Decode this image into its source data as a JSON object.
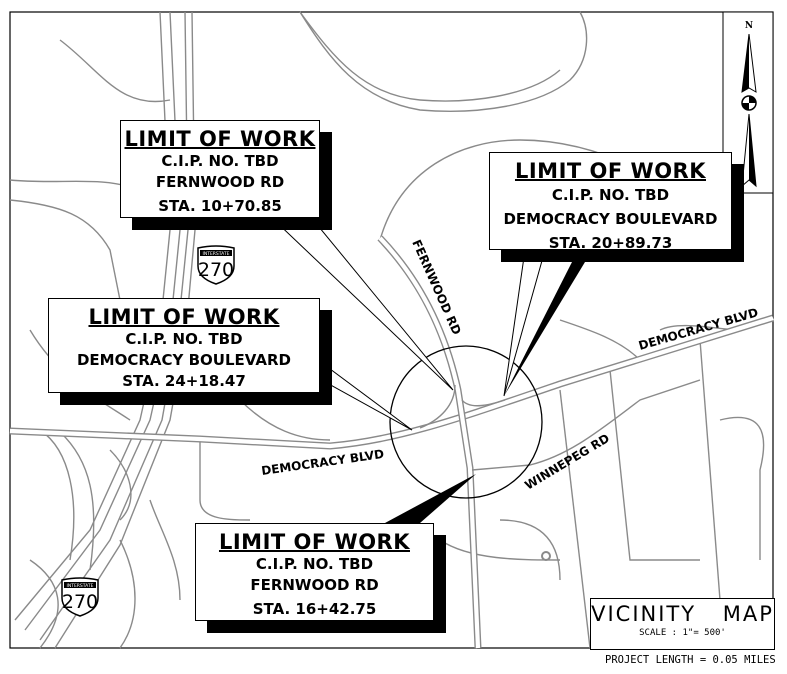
{
  "map": {
    "north_label": "N",
    "road_labels": {
      "fernwood": "FERNWOOD RD",
      "democracy_east": "DEMOCRACY BLVD",
      "democracy_west": "DEMOCRACY BLVD",
      "winnepeg": "WINNEPEG RD"
    },
    "shields": [
      {
        "top": "INTERSTATE",
        "number": "270"
      },
      {
        "top": "INTERSTATE",
        "number": "270"
      }
    ],
    "colors": {
      "roads": "#8a8a8a",
      "ink": "#000000"
    }
  },
  "callouts": [
    {
      "title": "LIMIT OF WORK",
      "line1": "C.I.P. NO. TBD",
      "line2": "FERNWOOD RD",
      "line3": "STA. 10+70.85"
    },
    {
      "title": "LIMIT OF WORK",
      "line1": "C.I.P. NO. TBD",
      "line2": "DEMOCRACY BOULEVARD",
      "line3": "STA. 20+89.73"
    },
    {
      "title": "LIMIT OF WORK",
      "line1": "C.I.P. NO. TBD",
      "line2": "DEMOCRACY BOULEVARD",
      "line3": "STA. 24+18.47"
    },
    {
      "title": "LIMIT OF WORK",
      "line1": "C.I.P. NO. TBD",
      "line2": "FERNWOOD RD",
      "line3": "STA. 16+42.75"
    }
  ],
  "title_block": {
    "title": "VICINITY MAP",
    "scale": "SCALE : 1\"= 500'",
    "project_length": "PROJECT LENGTH = 0.05 MILES"
  }
}
